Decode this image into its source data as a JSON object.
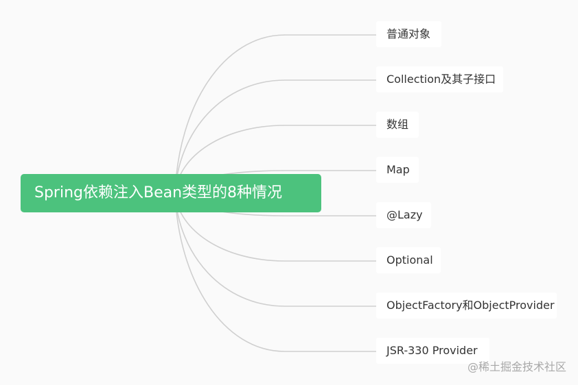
{
  "mindmap": {
    "root": {
      "label": "Spring依赖注入Bean类型的8种情况",
      "color": "#4cc27d"
    },
    "children": [
      {
        "label": "普通对象"
      },
      {
        "label": "Collection及其子接口"
      },
      {
        "label": "数组"
      },
      {
        "label": "Map"
      },
      {
        "label": "@Lazy"
      },
      {
        "label": "Optional"
      },
      {
        "label": "ObjectFactory和ObjectProvider"
      },
      {
        "label": "JSR-330 Provider"
      }
    ],
    "edge_color": "#cfcfcf"
  },
  "watermark": {
    "text": "@稀土掘金技术社区"
  }
}
